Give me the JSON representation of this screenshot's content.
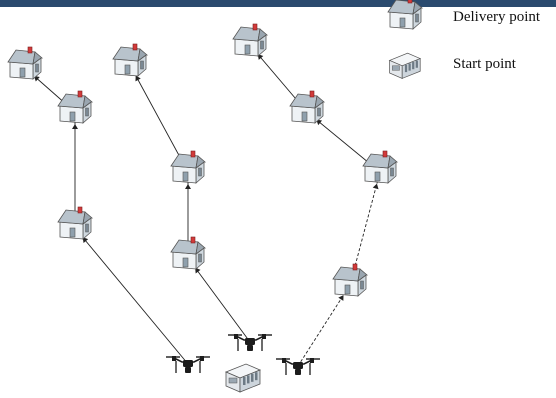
{
  "colors": {
    "topbar": "#2a4a6e",
    "house_wall": "#eef2f5",
    "house_side": "#cfd8df",
    "house_roof": "#b8c3cc",
    "chimney": "#d23a3a",
    "route_line": "#222222",
    "drone": "#1c1c1c",
    "depot": "#e4e8ec"
  },
  "legend": {
    "delivery_label": "Delivery point",
    "delivery_icon": "house-icon",
    "start_label": "Start point",
    "start_icon": "depot-icon"
  },
  "diagram": {
    "routes": [
      {
        "name": "route-1",
        "stops": 3,
        "line_style": "solid"
      },
      {
        "name": "route-2",
        "stops": 3,
        "line_style": "solid"
      },
      {
        "name": "route-3",
        "stops": 4,
        "line_style": "mixed-dashed"
      }
    ],
    "drone_icon": "drone-icon"
  }
}
